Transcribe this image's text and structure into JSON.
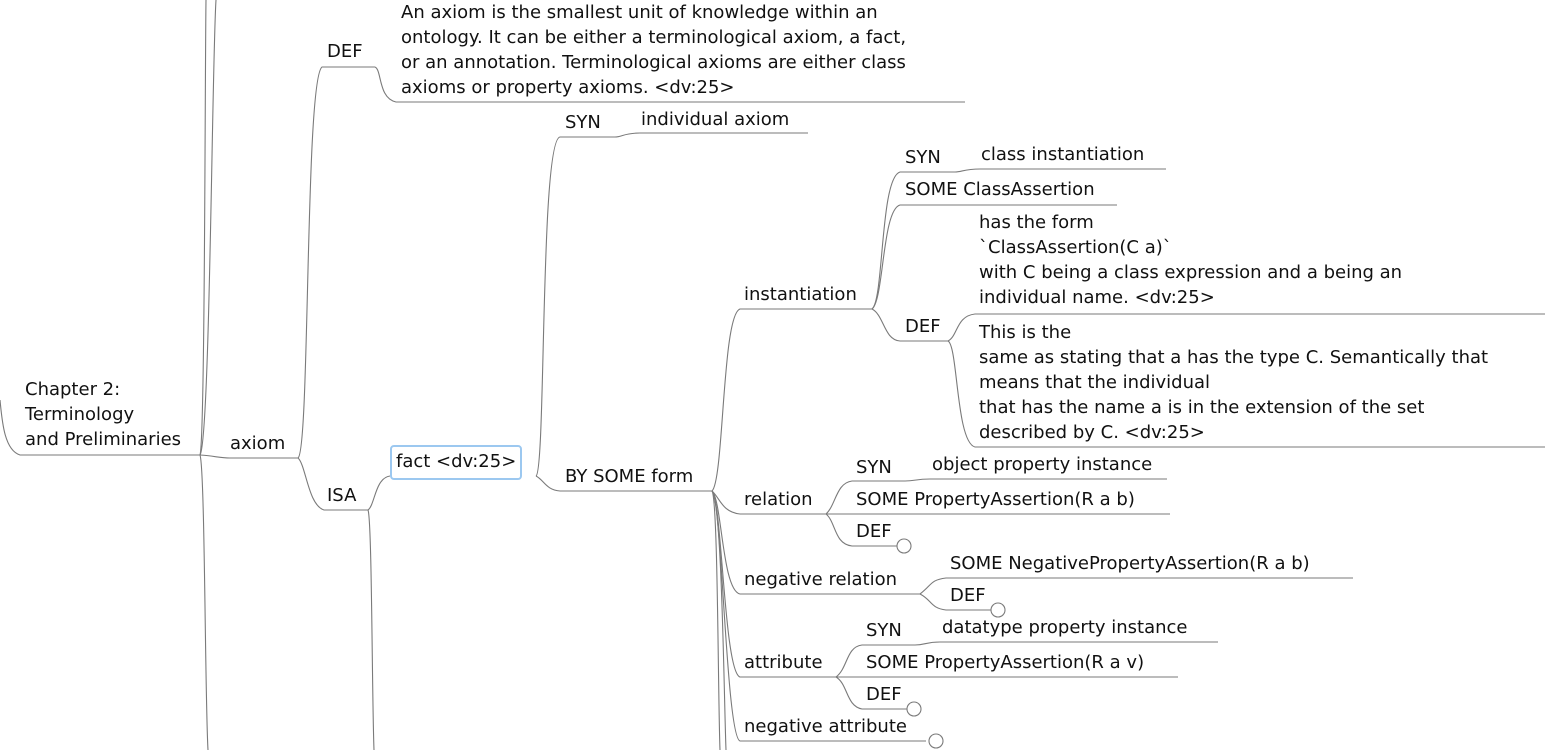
{
  "map": {
    "root": [
      "Chapter 2:",
      "Terminology",
      "and Preliminaries"
    ],
    "axiom": "axiom",
    "def1": "DEF",
    "def1_text": [
      "An axiom is the smallest unit of knowledge within an",
      "ontology. It can be either a terminological axiom, a fact,",
      "or an annotation. Terminological axioms are either class",
      "axioms or property axioms. <dv:25>"
    ],
    "isa": "ISA",
    "fact": "fact <dv:25>",
    "syn_fact": "SYN",
    "individual_axiom": "individual axiom",
    "by_some_form": "BY SOME form",
    "instantiation": "instantiation",
    "inst_syn": "SYN",
    "class_instantiation": "class instantiation",
    "some_class_assertion": "SOME ClassAssertion",
    "inst_def": "DEF",
    "inst_def_text1": [
      "has the form",
      "`ClassAssertion(C a)`",
      "with C being a class expression and a being an",
      "individual name. <dv:25>"
    ],
    "inst_def_text2": [
      "This is the",
      "same as stating that a has the type C. Semantically that",
      "means that the individual",
      "that has the name a is in the extension of the set",
      "described by C. <dv:25>"
    ],
    "relation": "relation",
    "rel_syn": "SYN",
    "object_property_instance": "object property instance",
    "some_property_assertion_rab": "SOME PropertyAssertion(R a b)",
    "rel_def": "DEF",
    "negative_relation": "negative relation",
    "some_negative_property_assertion": "SOME NegativePropertyAssertion(R a b)",
    "negrel_def": "DEF",
    "attribute": "attribute",
    "attr_syn": "SYN",
    "datatype_property_instance": "datatype property instance",
    "some_property_assertion_rav": "SOME PropertyAssertion(R a v)",
    "attr_def": "DEF",
    "negative_attribute": "negative attribute"
  }
}
